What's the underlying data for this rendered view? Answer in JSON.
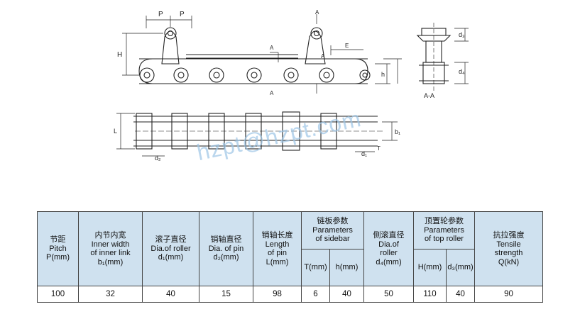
{
  "watermark": "hzpt@hzpt.com",
  "drawing_labels": {
    "pitch_1": "P",
    "pitch_2": "P",
    "height": "H",
    "section_top": "A",
    "section_bottom": "A",
    "section_arrow_left": "A",
    "section_arrow_right": "A",
    "dim_e": "E",
    "dim_h_side": "h",
    "dim_l": "L",
    "dim_d2": "d₂",
    "dim_b1": "b₁",
    "dim_d1": "d₁",
    "dim_t": "T",
    "dim_d3": "d₃",
    "dim_d4": "d₄",
    "section_label": "A-A"
  },
  "table": {
    "headers": {
      "pitch": [
        "节距",
        "Pitch",
        "P(mm)"
      ],
      "inner_width": [
        "内节内宽",
        "Inner width",
        "of inner link",
        "b₁(mm)"
      ],
      "roller_dia": [
        "滚子直径",
        "Dia.of roller",
        "d₁(mm)"
      ],
      "pin_dia": [
        "销轴直径",
        "Dia. of pin",
        "d₂(mm)"
      ],
      "pin_length": [
        "销轴长度",
        "Length",
        "of pin",
        "L(mm)"
      ],
      "sidebar": [
        "链板参数",
        "Parameters",
        "of sidebar"
      ],
      "side_roller": [
        "侧滚直径",
        "Dia.of",
        "roller",
        "d₄(mm)"
      ],
      "top_roller": [
        "顶置轮参数",
        "Parameters",
        "of top roller"
      ],
      "strength": [
        "抗拉强度",
        "Tensile",
        "strength",
        "Q(kN)"
      ]
    },
    "sub_headers": {
      "sidebar_t": "T(mm)",
      "sidebar_h": "h(mm)",
      "top_roller_h": "H(mm)",
      "top_roller_d3": "d₃(mm)"
    },
    "row": {
      "pitch": "100",
      "inner_width": "32",
      "roller_dia": "40",
      "pin_dia": "15",
      "pin_length": "98",
      "sidebar_t": "6",
      "sidebar_h": "40",
      "side_roller": "50",
      "top_roller_h": "110",
      "top_roller_d3": "40",
      "strength": "90"
    }
  }
}
